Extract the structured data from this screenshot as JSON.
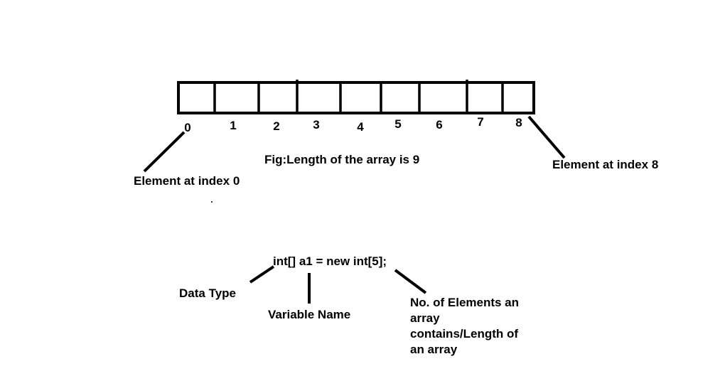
{
  "diagram": {
    "array_cell_count": 9,
    "indices": [
      "0",
      "1",
      "2",
      "3",
      "4",
      "5",
      "6",
      "7",
      "8"
    ],
    "caption": "Fig:Length of the array is 9",
    "label_first": "Element at index 0",
    "label_last": "Element at index 8",
    "code": "int[] a1 = new int[5];",
    "label_data_type": "Data Type",
    "label_variable_name": "Variable Name",
    "label_length_lines": [
      "No. of Elements an",
      "array",
      "contains/Length of",
      "an array"
    ],
    "stroke_color": "#000000",
    "background_color": "#ffffff"
  }
}
